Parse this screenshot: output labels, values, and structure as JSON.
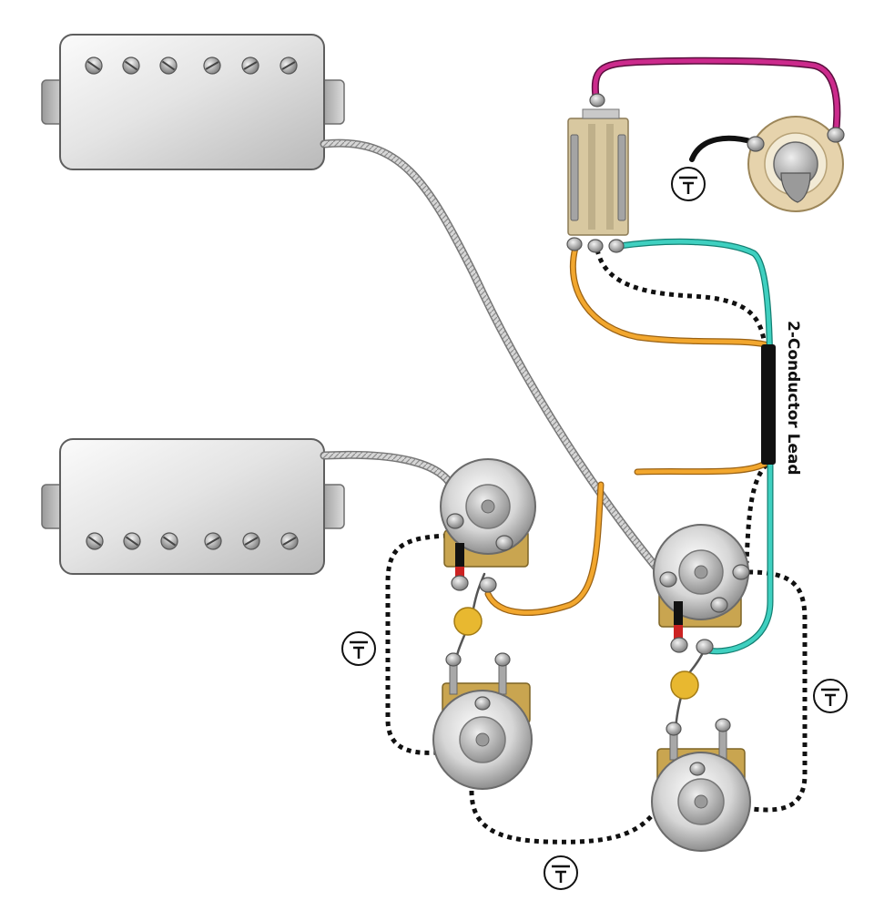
{
  "diagram": {
    "lead_label": "2-Conductor Lead",
    "colors": {
      "background": "#ffffff",
      "hot_wire_orange": "#f2a72e",
      "jack_tip_wire_magenta": "#cc2a8c",
      "switch_output_wire_teal": "#3fd0c0",
      "jack_sleeve_wire_black": "#111111",
      "ground_wire_dotted": "#111111",
      "lead_jacket_black": "#111111",
      "capacitor_yellow": "#e8b830",
      "pot_lug_brass": "#c9a550",
      "switch_body_tan": "#d8c8a0",
      "pickup_chrome": "#e4e4e4"
    },
    "components": {
      "pickups": [
        "neck-humbucker",
        "bridge-humbucker"
      ],
      "pots": [
        "neck-volume-pot",
        "bridge-volume-pot",
        "neck-tone-pot",
        "bridge-tone-pot"
      ],
      "capacitors": [
        "neck-tone-capacitor",
        "bridge-tone-capacitor"
      ],
      "switch": "toggle-switch",
      "jack": "output-jack",
      "ground_symbol_count": 4
    }
  }
}
